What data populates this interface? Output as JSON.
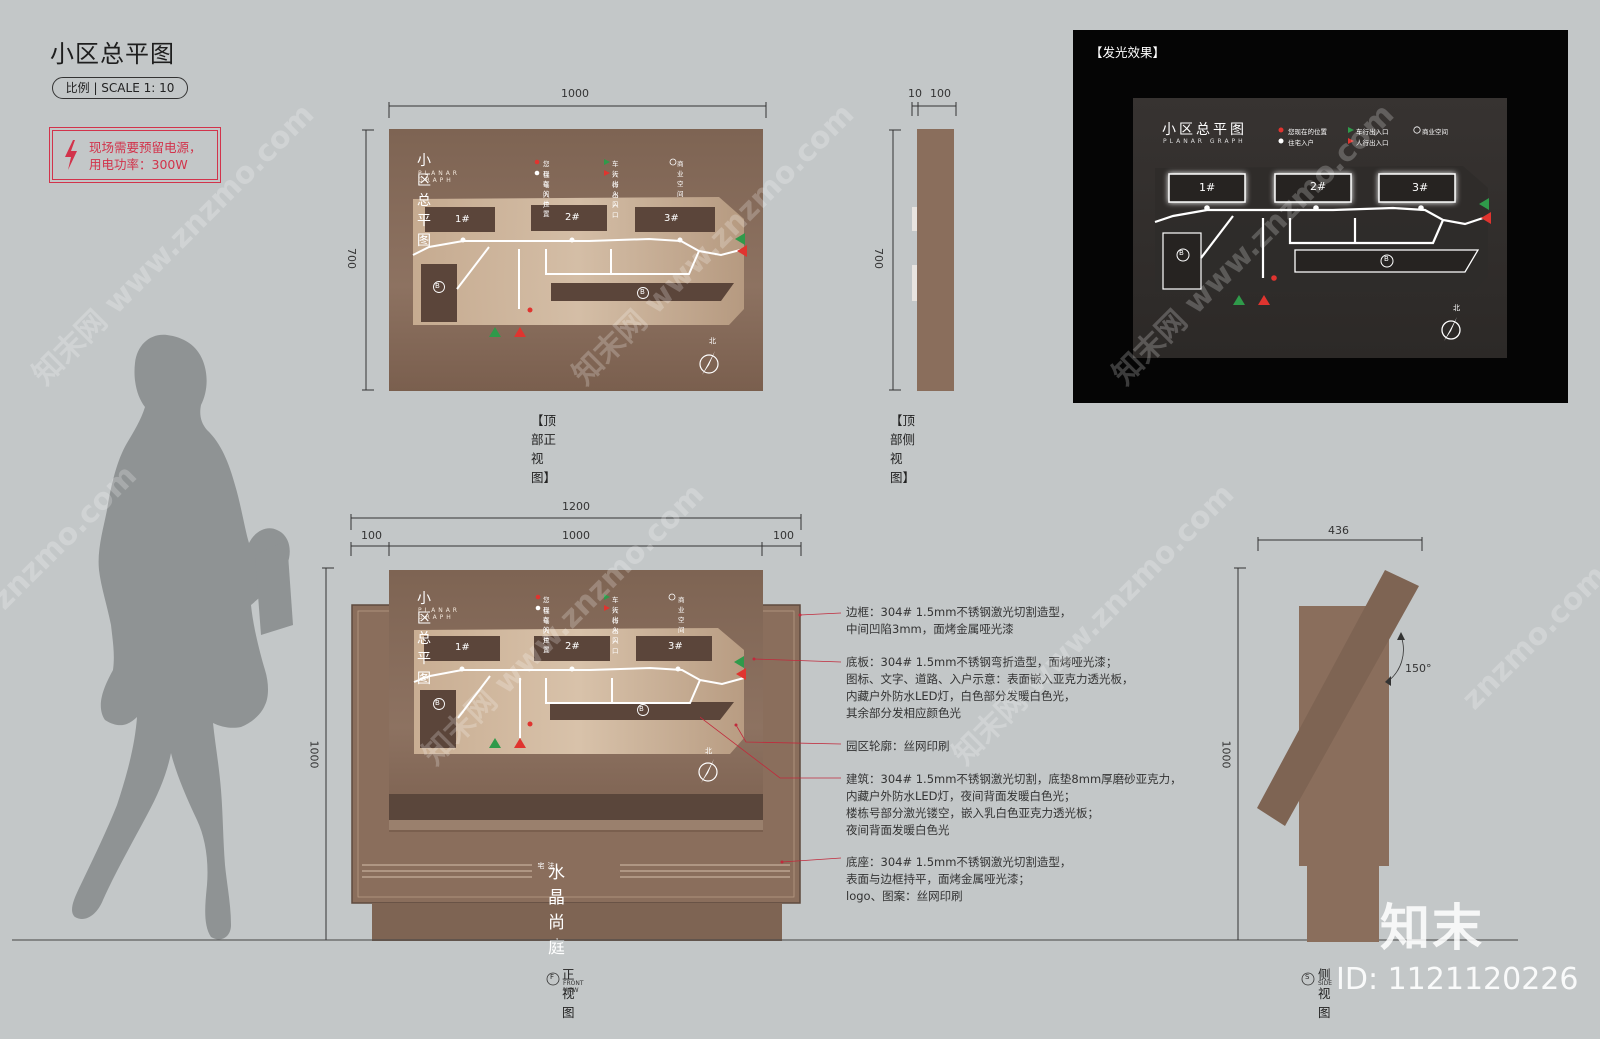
{
  "header": {
    "title": "小区总平图",
    "scale": "比例 | SCALE  1: 10",
    "power_line1": "现场需要预留电源，",
    "power_line2": "用电功率：300W"
  },
  "sign": {
    "title": "小区总平图",
    "subtitle": "PLANAR GRAPH",
    "legend": {
      "here": "您现在的位置",
      "residence": "住宅入户",
      "car": "车行出入口",
      "pedestrian": "人行出入口",
      "commercial": "商业空间"
    },
    "buildings": [
      "1#",
      "2#",
      "3#"
    ],
    "b_mark": "B",
    "north": "北",
    "logo_small": "法宅",
    "logo_main": "水晶尚庭"
  },
  "top_view": {
    "width_dim": "1000",
    "height_dim": "700",
    "caption": "【顶部正视图】"
  },
  "top_side_view": {
    "dim_a": "10",
    "dim_b": "100",
    "height_dim": "700",
    "caption": "【顶部侧视图】"
  },
  "glow_view": {
    "label": "【发光效果】"
  },
  "front_view": {
    "dim_total": "1200",
    "dim_left": "100",
    "dim_mid": "1000",
    "dim_right": "100",
    "height_dim": "1000",
    "caption": "正视图",
    "caption_en": "FRONT VIEW",
    "marker": "F"
  },
  "side_view": {
    "width_dim": "436",
    "height_dim": "1000",
    "angle": "150°",
    "caption": "侧视图",
    "caption_en": "SIDE",
    "marker": "S"
  },
  "notes": [
    [
      "边框：304# 1.5mm不锈钢激光切割造型，",
      "中间凹陷3mm，面烤金属哑光漆"
    ],
    [
      "底板：304# 1.5mm不锈钢弯折造型，面烤哑光漆；",
      "图标、文字、道路、入户示意：表面嵌入亚克力透光板，",
      "内藏户外防水LED灯，白色部分发暖白色光，",
      "其余部分发相应颜色光"
    ],
    [
      "园区轮廓：丝网印刷"
    ],
    [
      "建筑：304# 1.5mm不锈钢激光切割，底垫8mm厚磨砂亚克力，",
      "内藏户外防水LED灯，夜间背面发暖白色光；",
      "楼栋号部分激光镂空，嵌入乳白色亚克力透光板；",
      "夜间背面发暖白色光"
    ],
    [
      "底座：304# 1.5mm不锈钢激光切割造型，",
      "表面与边框持平，面烤金属哑光漆；",
      "logo、图案：丝网印刷"
    ]
  ],
  "watermark": {
    "text": "知末网 www.znzmo.com",
    "text_short": "znzmo.com"
  },
  "footer": {
    "brand": "知末",
    "id": "ID: 1121120226"
  },
  "colors": {
    "background": "#c3c7c8",
    "panel_brown": "#8a6e5c",
    "map_beige": "#c8ab8e",
    "accent_red": "#d2334b",
    "green": "#2f9a4a",
    "red_marker": "#e0342f"
  }
}
